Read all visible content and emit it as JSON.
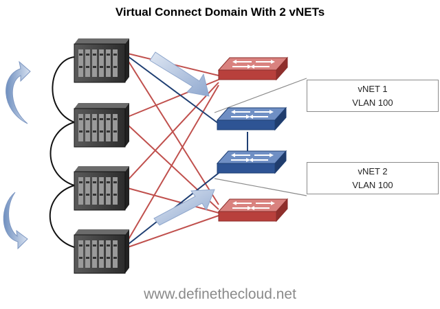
{
  "title": "Virtual Connect Domain With 2 vNETs",
  "callouts": [
    {
      "name": "vNET 1",
      "vlan": "VLAN 100"
    },
    {
      "name": "vNET 2",
      "vlan": "VLAN 100"
    }
  ],
  "footer": "www.definethecloud.net",
  "colors": {
    "red_link": "#c0504d",
    "blue_link": "#1f3f73",
    "red_switch": "#c0504d",
    "blue_switch": "#2e5494",
    "enclosure": "#3a3a3a",
    "flow_arrow": "#b9c9e2"
  },
  "icons": [
    "blade-enclosure-icon",
    "network-switch-icon",
    "flow-arrow-icon",
    "curved-arrow-icon"
  ]
}
